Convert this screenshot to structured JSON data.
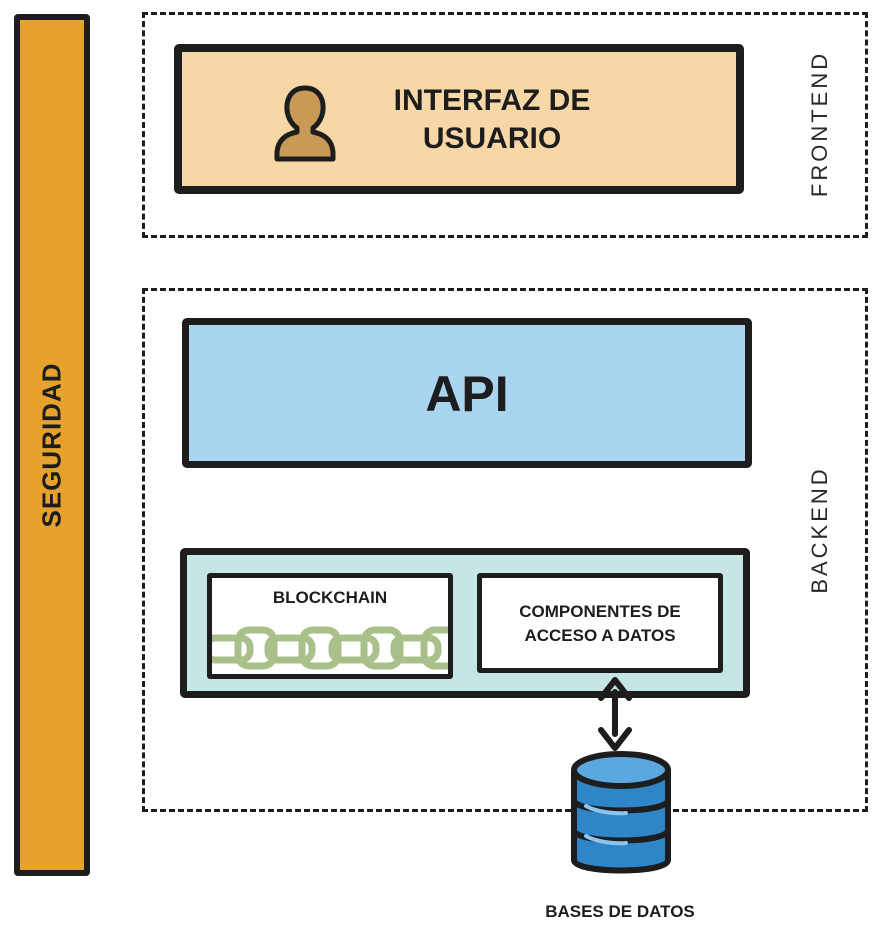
{
  "security": {
    "label": "SEGURIDAD"
  },
  "frontend": {
    "label": "FRONTEND",
    "user_interface": {
      "line1": "INTERFAZ DE",
      "line2": "USUARIO"
    }
  },
  "backend": {
    "label": "BACKEND",
    "api": {
      "label": "API"
    },
    "blockchain": {
      "label": "BLOCKCHAIN"
    },
    "data_access": {
      "line1": "COMPONENTES DE",
      "line2": "ACCESO A DATOS"
    }
  },
  "database": {
    "label": "BASES DE DATOS"
  },
  "colors": {
    "security": "#E6A12F",
    "user_interface": "#F7D7A6",
    "api": "#A9D6EE",
    "data_layer": "#C6E6E6",
    "database": "#2E86C9",
    "chain": "#A9C08A",
    "outline": "#1d1d1d"
  },
  "icons": {
    "user": "user-icon",
    "chain": "chain-icon",
    "database": "database-icon",
    "arrow": "double-arrow-icon"
  }
}
